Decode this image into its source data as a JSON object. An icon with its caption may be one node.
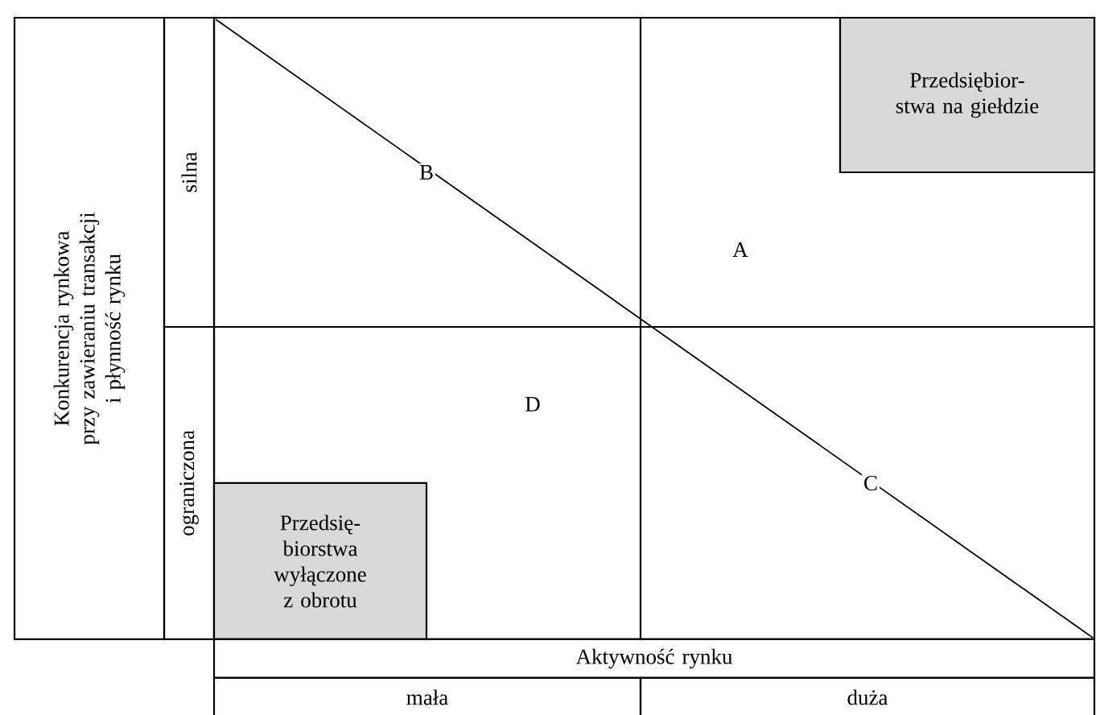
{
  "diagram": {
    "nodes": [
      {
        "text": [
          "Konkurencja rynkowa przy zawieraniu transakcji i płynność rynku"
        ]
      },
      {
        "text": [
          "silna"
        ]
      },
      {
        "text": [
          "ograniczona"
        ]
      },
      {
        "text": [
          "Przedsiębior- stwa na giełdzie"
        ]
      },
      {
        "text": [
          "Przedsię- biorstwa wyłączone z obrotu"
        ]
      },
      {
        "text": [
          "Aktywność rynku"
        ]
      },
      {
        "text": [
          "mała"
        ]
      },
      {
        "text": [
          "duża"
        ]
      }
    ],
    "labels": [
      "B",
      "A",
      "D",
      "C"
    ]
  }
}
